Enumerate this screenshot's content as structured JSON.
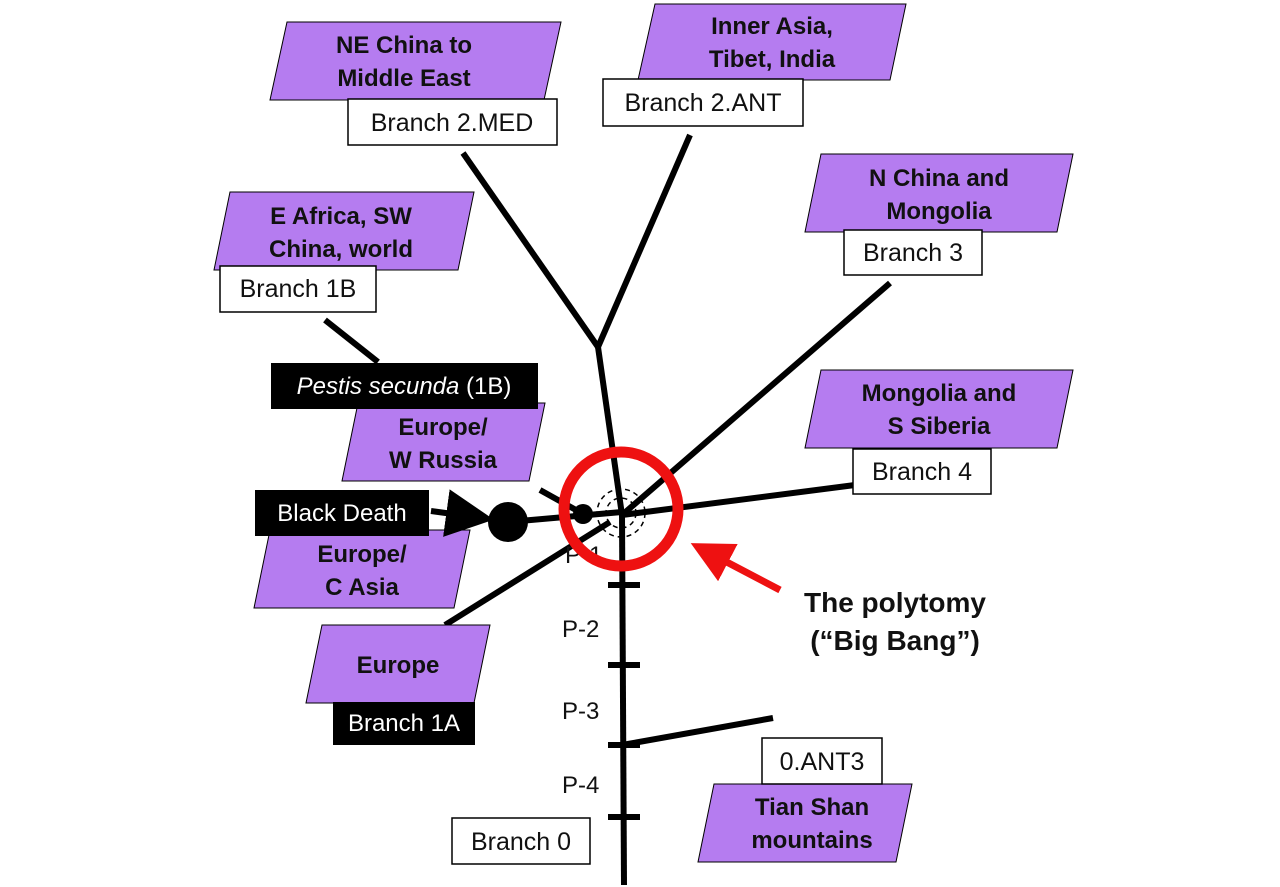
{
  "colors": {
    "region_fill": "#b57cf0",
    "accent_red": "#ee1111",
    "ink": "#000000"
  },
  "regions": {
    "ne_china": [
      "NE China to",
      "Middle East"
    ],
    "inner_asia": [
      "Inner Asia,",
      "Tibet, India"
    ],
    "n_china": [
      "N China and",
      "Mongolia"
    ],
    "e_africa": [
      "E Africa, SW",
      "China, world"
    ],
    "mongolia_siberia": [
      "Mongolia and",
      "S Siberia"
    ],
    "europe_w_russia": [
      "Europe/",
      "W Russia"
    ],
    "europe_c_asia": [
      "Europe/",
      "C Asia"
    ],
    "europe": [
      "Europe"
    ],
    "tian_shan": [
      "Tian Shan",
      "mountains"
    ]
  },
  "branches": {
    "b2med": "Branch 2.MED",
    "b2ant": "Branch 2.ANT",
    "b3": "Branch 3",
    "b1b": "Branch 1B",
    "b4": "Branch 4",
    "b1a": "Branch 1A",
    "b0ant3": "0.ANT3",
    "b0": "Branch 0"
  },
  "pestis_secunda": {
    "italic": "Pestis secunda",
    "rest": " (1B)"
  },
  "black_death": "Black Death",
  "polytomy": [
    "The polytomy",
    "(“Big Bang”)"
  ],
  "trunk_points": [
    "P-1",
    "P-2",
    "P-3",
    "P-4"
  ]
}
